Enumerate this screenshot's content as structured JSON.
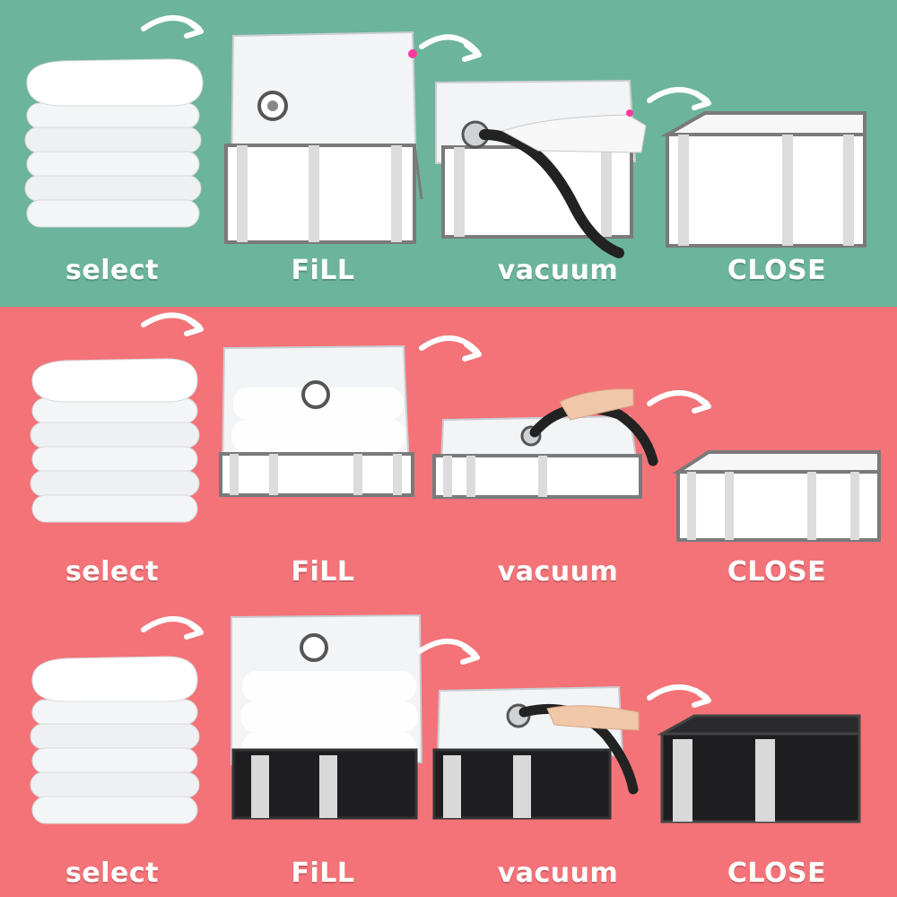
{
  "colors": {
    "row1_background": "#6cb49b",
    "row2_background": "#f37378",
    "row3_background": "#f37378",
    "row1_box": "#ffffff",
    "row2_box": "#ffffff",
    "row3_box": "#1e1e20",
    "box_trim": "#7a7a7a",
    "arrow": "#ffffff",
    "label_text": "#ffffff"
  },
  "rows": [
    {
      "steps": [
        {
          "label": "select",
          "icon": "pillow-duvet-stack-icon"
        },
        {
          "label": "FiLL",
          "icon": "vacuum-bag-in-box-icon"
        },
        {
          "label": "vacuum",
          "icon": "vacuum-hose-icon"
        },
        {
          "label": "CLOSE",
          "icon": "closed-storage-box-icon"
        }
      ]
    },
    {
      "steps": [
        {
          "label": "select",
          "icon": "pillow-duvet-stack-icon"
        },
        {
          "label": "FiLL",
          "icon": "vacuum-bag-in-box-icon"
        },
        {
          "label": "vacuum",
          "icon": "vacuum-hose-icon"
        },
        {
          "label": "CLOSE",
          "icon": "closed-storage-box-icon"
        }
      ]
    },
    {
      "steps": [
        {
          "label": "select",
          "icon": "pillow-duvet-stack-icon"
        },
        {
          "label": "FiLL",
          "icon": "vacuum-bag-in-box-icon"
        },
        {
          "label": "vacuum",
          "icon": "vacuum-hose-icon"
        },
        {
          "label": "CLOSE",
          "icon": "closed-storage-box-icon"
        }
      ]
    }
  ]
}
